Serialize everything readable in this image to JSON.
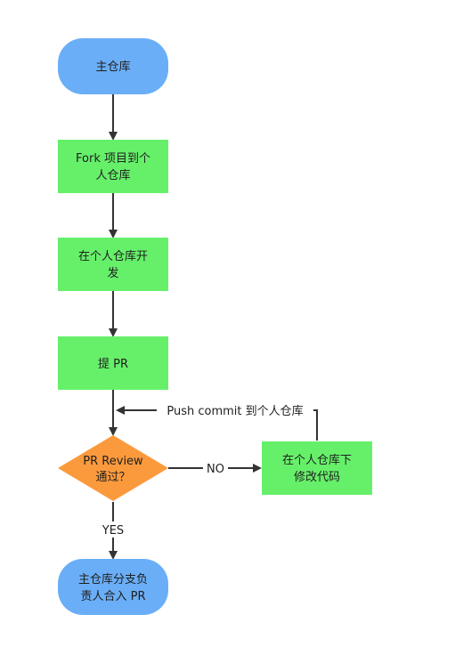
{
  "colors": {
    "terminal_fill": "#6aaef7",
    "process_fill": "#66f06a",
    "decision_fill": "#fb9a3d",
    "line": "#333333",
    "text": "#1f1f1f"
  },
  "nodes": {
    "main_repo": {
      "lines": [
        "主仓库"
      ]
    },
    "fork": {
      "lines": [
        "Fork 项目到个",
        "人仓库"
      ]
    },
    "develop": {
      "lines": [
        "在个人仓库开",
        "发"
      ]
    },
    "submit_pr": {
      "lines": [
        "提 PR"
      ]
    },
    "review": {
      "lines": [
        "PR Review",
        "通过？"
      ]
    },
    "modify": {
      "lines": [
        "在个人仓库下",
        "修改代码"
      ]
    },
    "merge": {
      "lines": [
        "主仓库分支负",
        "责人合入 PR"
      ]
    }
  },
  "edges": {
    "no_label": "NO",
    "yes_label": "YES",
    "push_label": "Push commit 到个人仓库"
  }
}
